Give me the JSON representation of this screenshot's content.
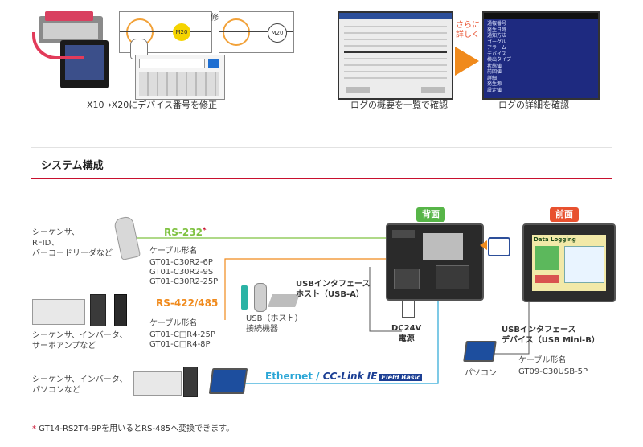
{
  "top": {
    "caption_left": "X10→X20にデバイス番号を修正",
    "edit_label": "修正",
    "coil_label": "M20",
    "caption_mid": "ログの概要を一覧で確認",
    "arrow_label": "さらに\n詳しく",
    "caption_right": "ログの詳細を確認",
    "detail_screen_lines": [
      "通報番号",
      "発生日時",
      "通知方法",
      "ゴーグル",
      "アラーム",
      "デバイス",
      "検出タイプ",
      "状態値",
      "前回値",
      "詳細",
      "発生源",
      "設定値"
    ]
  },
  "section": {
    "title": "システム構成"
  },
  "diagram": {
    "back_tag": "背面",
    "front_tag": "前面",
    "rs232": {
      "label": "RS-232",
      "mark": "*"
    },
    "rs232_devices": "シーケンサ、\nRFID、\nバーコードリーダなど",
    "rs232_cable_title": "ケーブル形名",
    "rs232_cables": [
      "GT01-C30R2-6P",
      "GT01-C30R2-9S",
      "GT01-C30R2-25P"
    ],
    "rs422": {
      "label": "RS-422/485"
    },
    "rs422_devices": "シーケンサ、インバータ、\nサーボアンプなど",
    "rs422_cable_title": "ケーブル形名",
    "rs422_cables": [
      "GT01-C□R4-25P",
      "GT01-C□R4-8P"
    ],
    "usb_host_title": "USBインタフェース\nホスト（USB-A）",
    "usb_host_devices": "USB（ホスト）\n接続機器",
    "power": "DC24V\n電源",
    "usb_dev_title": "USBインタフェース\nデバイス（USB Mini-B）",
    "usb_dev_cable_title": "ケーブル形名",
    "usb_dev_cable": "GT09-C30USB-5P",
    "pc_label": "パソコン",
    "eth_devices": "シーケンサ、インバータ、\nパソコンなど",
    "ethernet_label": "Ethernet / ",
    "cclink_label": "CC-Link IE",
    "field_label": "Field Basic",
    "front_screen_title": "Data Logging"
  },
  "footnote": {
    "mark": "*",
    "text": " GT14-RS2T4-9Pを用いるとRS-485へ変換できます。"
  },
  "colors": {
    "rs232": "#7fc241",
    "rs422": "#f08a1c",
    "ethernet": "#2aa6d6",
    "usb": "#555555",
    "accent": "#c8102e",
    "tag_green": "#57b548",
    "tag_red": "#e8512f"
  }
}
